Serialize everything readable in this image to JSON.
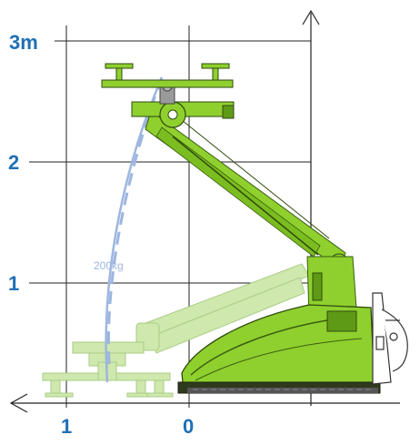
{
  "axis": {
    "y_labels": [
      "3m",
      "2",
      "1"
    ],
    "x_labels": [
      "1",
      "0"
    ]
  },
  "path_label": "200kg",
  "colors": {
    "axis_label": "#1f6fb5",
    "grid": "#222222",
    "machine_green": "#8fd02e",
    "machine_dark": "#5f9a16",
    "ghost_green": "#cfe8ad",
    "path_blue": "#9db6e0"
  },
  "icons": [
    "lifting-machine-icon",
    "suction-frame-icon",
    "operator-handle-icon"
  ]
}
